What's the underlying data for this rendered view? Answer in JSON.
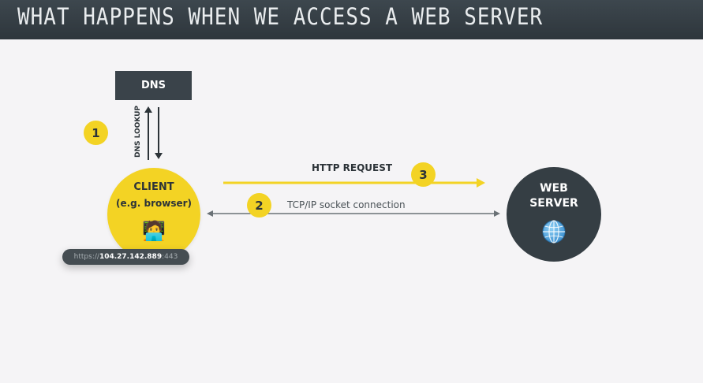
{
  "header": {
    "title": "WHAT HAPPENS WHEN WE ACCESS A WEB SERVER"
  },
  "dns": {
    "label": "DNS",
    "lookup_label": "DNS LOOKUP"
  },
  "client": {
    "title": "CLIENT",
    "subtitle": "(e.g. browser)",
    "emoji": "🧑‍💻"
  },
  "server": {
    "title_line1": "WEB",
    "title_line2": "SERVER",
    "icon": "globe-icon"
  },
  "url": {
    "protocol": "https://",
    "ip": "104.27.142.889",
    "port": ":443"
  },
  "steps": {
    "one": "1",
    "two": "2",
    "three": "3"
  },
  "connections": {
    "http_request": "HTTP REQUEST",
    "tcp_ip": "TCP/IP socket connection"
  },
  "colors": {
    "accent_yellow": "#f3d324",
    "dark": "#353e44",
    "header": "#3d474e",
    "background": "#f5f4f6"
  }
}
